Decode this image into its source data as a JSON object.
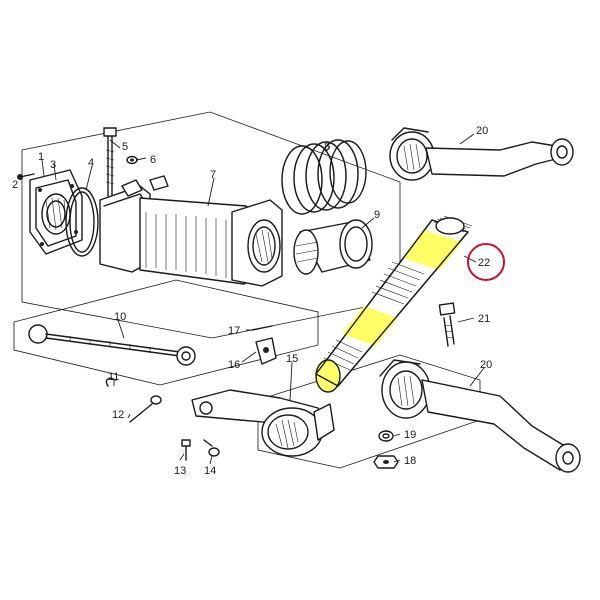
{
  "highlight": {
    "part_fill": "#ffff66",
    "marker_color": "#c8102e"
  },
  "callouts": {
    "p1": "1",
    "p2": "2",
    "p3": "3",
    "p4": "4",
    "p5": "5",
    "p6": "6",
    "p7": "7",
    "p8": "8",
    "p9": "9",
    "p10": "10",
    "p11": "11",
    "p12": "12",
    "p13": "13",
    "p14": "14",
    "p15": "15",
    "p16": "16",
    "p17": "17",
    "p18": "18",
    "p19": "19",
    "p20a": "20",
    "p20b": "20",
    "p21": "21",
    "p22": "22"
  }
}
